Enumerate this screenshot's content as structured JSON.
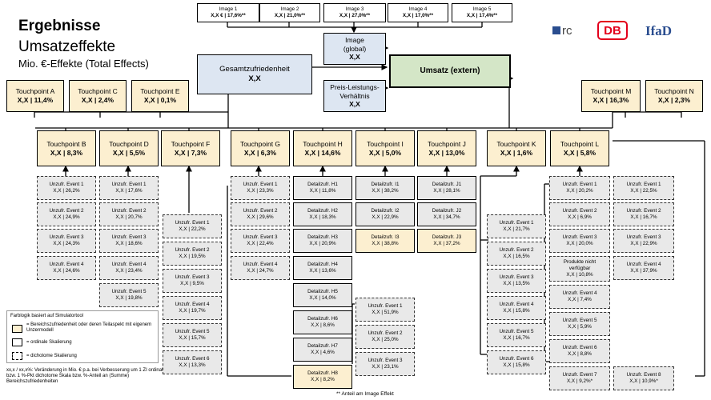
{
  "header": {
    "title": "Ergebnisse",
    "subtitle": "Umsatzeffekte",
    "unit": "Mio. €-Effekte (Total Effects)"
  },
  "logos": {
    "rc": "rc",
    "db": "DB",
    "ifad": "IfaD"
  },
  "images": [
    {
      "label": "Image 1",
      "value": "X,X € | 17,6%**"
    },
    {
      "label": "Image 2",
      "value": "X,X | 21,0%**"
    },
    {
      "label": "Image 3",
      "value": "X,X | 27,0%**"
    },
    {
      "label": "Image 4",
      "value": "X,X | 17,0%**"
    },
    {
      "label": "Image 5",
      "value": "X,X | 17,4%**"
    }
  ],
  "image_global": {
    "label": "Image\n(global)",
    "value": "X,X"
  },
  "gesamt": {
    "label": "Gesamtzufriedenheit",
    "value": "X,X"
  },
  "umsatz": {
    "label": "Umsatz (extern)"
  },
  "pl": {
    "label": "Preis-Leistungs-\nVerhältnis",
    "value": "X,X"
  },
  "tp_top": [
    {
      "label": "Touchpoint A",
      "value": "X,X | 11,4%"
    },
    {
      "label": "Touchpoint C",
      "value": "X,X | 2,4%"
    },
    {
      "label": "Touchpoint E",
      "value": "X,X | 0,1%"
    },
    {
      "label": "Touchpoint M",
      "value": "X,X | 16,3%"
    },
    {
      "label": "Touchpoint N",
      "value": "X,X | 2,3%"
    }
  ],
  "tp_row": [
    {
      "label": "Touchpoint B",
      "value": "X,X | 8,3%"
    },
    {
      "label": "Touchpoint D",
      "value": "X,X | 5,5%"
    },
    {
      "label": "Touchpoint F",
      "value": "X,X | 7,3%"
    },
    {
      "label": "Touchpoint G",
      "value": "X,X | 6,3%"
    },
    {
      "label": "Touchpoint H",
      "value": "X,X | 14,6%"
    },
    {
      "label": "Touchpoint I",
      "value": "X,X | 5,0%"
    },
    {
      "label": "Touchpoint J",
      "value": "X,X | 13,0%"
    },
    {
      "label": "Touchpoint K",
      "value": "X,X | 1,6%"
    },
    {
      "label": "Touchpoint L",
      "value": "X,X | 5,8%"
    }
  ],
  "col_b": [
    {
      "label": "Unzufr. Event 1",
      "value": "X,X | 26,2%"
    },
    {
      "label": "Unzufr. Event 2",
      "value": "X,X | 24,9%"
    },
    {
      "label": "Unzufr. Event 3",
      "value": "X,X | 24,3%"
    },
    {
      "label": "Unzufr. Event 4",
      "value": "X,X | 24,6%"
    }
  ],
  "col_d": [
    {
      "label": "Unzufr. Event 1",
      "value": "X,X | 17,6%"
    },
    {
      "label": "Unzufr. Event 2",
      "value": "X,X | 20,7%"
    },
    {
      "label": "Unzufr. Event 3",
      "value": "X,X | 18,6%"
    },
    {
      "label": "Unzufr. Event 4",
      "value": "X,X | 23,4%"
    },
    {
      "label": "Unzufr. Event 5",
      "value": "X,X | 19,8%"
    }
  ],
  "col_f": [
    {
      "label": "Unzufr. Event 1",
      "value": "X,X | 22,2%"
    },
    {
      "label": "Unzufr. Event 2",
      "value": "X,X | 19,5%"
    },
    {
      "label": "Unzufr. Event 3",
      "value": "X,X | 9,5%"
    },
    {
      "label": "Unzufr. Event 4",
      "value": "X,X | 19,7%"
    },
    {
      "label": "Unzufr. Event 5",
      "value": "X,X | 15,7%"
    },
    {
      "label": "Unzufr. Event 6",
      "value": "X,X | 13,3%"
    }
  ],
  "col_g": [
    {
      "label": "Unzufr. Event 1",
      "value": "X,X | 23,3%"
    },
    {
      "label": "Unzufr. Event 2",
      "value": "X,X | 29,6%"
    },
    {
      "label": "Unzufr. Event 3",
      "value": "X,X | 22,4%"
    },
    {
      "label": "Unzufr. Event 4",
      "value": "X,X | 24,7%"
    }
  ],
  "col_h": [
    {
      "label": "Detailzufr. H1",
      "value": "X,X | 11,8%"
    },
    {
      "label": "Detailzufr. H2",
      "value": "X,X | 18,3%"
    },
    {
      "label": "Detailzufr. H3",
      "value": "X,X | 20,9%"
    },
    {
      "label": "Detailzufr. H4",
      "value": "X,X | 13,6%"
    },
    {
      "label": "Detailzufr. H5",
      "value": "X,X | 14,0%"
    },
    {
      "label": "Detailzufr. H6",
      "value": "X,X | 8,6%"
    },
    {
      "label": "Detailzufr. H7",
      "value": "X,X | 4,6%"
    },
    {
      "label": "Detailzufr. H8",
      "value": "X,X | 8,2%"
    }
  ],
  "col_i": [
    {
      "label": "Detailzufr. I1",
      "value": "X,X | 38,2%"
    },
    {
      "label": "Detailzufr. I2",
      "value": "X,X | 22,9%"
    },
    {
      "label": "Detailzufr. I3",
      "value": "X,X | 38,8%"
    }
  ],
  "col_i_events": [
    {
      "label": "Unzufr. Event 1",
      "value": "X,X | 51,9%"
    },
    {
      "label": "Unzufr. Event 2",
      "value": "X,X | 25,0%"
    },
    {
      "label": "Unzufr. Event 3",
      "value": "X,X | 23,1%"
    }
  ],
  "col_j": [
    {
      "label": "Detailzufr. J1",
      "value": "X,X | 28,1%"
    },
    {
      "label": "Detailzufr. J2",
      "value": "X,X | 34,7%"
    },
    {
      "label": "Detailzufr. J3",
      "value": "X,X | 37,2%"
    }
  ],
  "col_k": [
    {
      "label": "Unzufr. Event 1",
      "value": "X,X | 21,7%"
    },
    {
      "label": "Unzufr. Event 2",
      "value": "X,X | 16,5%"
    },
    {
      "label": "Unzufr. Event 3",
      "value": "X,X | 13,5%"
    },
    {
      "label": "Unzufr. Event 4",
      "value": "X,X | 15,8%"
    },
    {
      "label": "Unzufr. Event 5",
      "value": "X,X | 16,7%"
    },
    {
      "label": "Unzufr. Event 6",
      "value": "X,X | 15,8%"
    }
  ],
  "col_l": [
    {
      "label": "Unzufr. Event 1",
      "value": "X,X | 20,2%"
    },
    {
      "label": "Unzufr. Event 2",
      "value": "X,X | 6,9%"
    },
    {
      "label": "Unzufr. Event 3",
      "value": "X,X | 20,0%"
    },
    {
      "label": "Produkte nicht\nverfügbar",
      "value": "X,X | 10,8%"
    },
    {
      "label": "Unzufr. Event 4",
      "value": "X,X | 7,4%"
    },
    {
      "label": "Unzufr. Event 5",
      "value": "X,X | 5,9%"
    },
    {
      "label": "Unzufr. Event 6",
      "value": "X,X | 8,8%"
    },
    {
      "label": "Unzufr. Event 7",
      "value": "X,X | 9,2%*"
    }
  ],
  "col_m": [
    {
      "label": "Unzufr. Event 1",
      "value": "X,X | 22,5%"
    },
    {
      "label": "Unzufr. Event 2",
      "value": "X,X | 16,7%"
    },
    {
      "label": "Unzufr. Event 3",
      "value": "X,X | 22,9%"
    },
    {
      "label": "Unzufr. Event 4",
      "value": "X,X | 37,9%"
    },
    {
      "label": "Unzufr. Event 8",
      "value": "X,X | 10,9%*"
    }
  ],
  "legend": {
    "title": "Farblogik basiert auf Simulatortool",
    "item1": "= Bereichszufriedenheit oder deren Teilaspekt mit eigenem Unzermodell",
    "item2": "= ordinale Skalierung",
    "item3": "= dichotome Skalierung",
    "note": "xx,x / xx,x%: Veränderung in Mio. € p.a. bei Verbesserung um 1 ZI ordinal bzw. 1 %-Pkt dichotome Skala bzw. %-Anteil an (Summe) Bereichszufriedenheiten"
  },
  "footnote": "** Anteil am Image Effekt"
}
